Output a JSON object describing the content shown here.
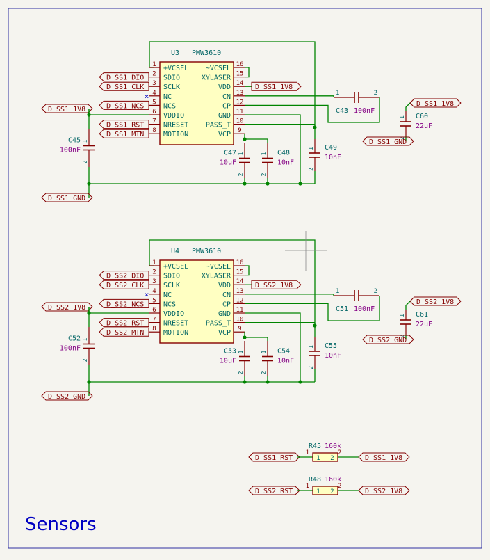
{
  "sheet_title": "Sensors",
  "colors": {
    "wire": "#008400",
    "body_stroke": "#840000",
    "body_fill": "#ffffc2",
    "label": "#840000",
    "refdes": "#006464",
    "value": "#840084",
    "pin_text": "#006464",
    "junction": "#008400",
    "title": "#0000c2",
    "frame": "#3030a0"
  },
  "sensors": [
    {
      "ref": "U3",
      "value": "PMW3610",
      "pins_left": [
        {
          "n": "1",
          "name": "+VCSEL"
        },
        {
          "n": "2",
          "name": "SDIO"
        },
        {
          "n": "3",
          "name": "SCLK"
        },
        {
          "n": "4",
          "name": "NC"
        },
        {
          "n": "5",
          "name": "NCS"
        },
        {
          "n": "6",
          "name": "VDDIO"
        },
        {
          "n": "7",
          "name": "NRESET"
        },
        {
          "n": "8",
          "name": "MOTION"
        }
      ],
      "pins_right": [
        {
          "n": "16",
          "name": "~VCSEL"
        },
        {
          "n": "15",
          "name": "XYLASER"
        },
        {
          "n": "14",
          "name": "VDD"
        },
        {
          "n": "13",
          "name": "CN"
        },
        {
          "n": "12",
          "name": "CP"
        },
        {
          "n": "11",
          "name": "GND"
        },
        {
          "n": "10",
          "name": "PASS_T"
        },
        {
          "n": "9",
          "name": "VCP"
        }
      ],
      "labels": {
        "sdio": "D_SS1_DIO",
        "sclk": "D_SS1_CLK",
        "ncs": "D_SS1_NCS",
        "rst": "D_SS1_RST",
        "mtn": "D_SS1_MTN",
        "vdd": "D_SS1_1V8",
        "rail_top": "D_SS1_1V8",
        "gnd": "D_SS1_GND",
        "c_right_top": "D_SS1_1V8",
        "c_right_gnd": "D_SS1_GND"
      },
      "caps": {
        "cflying": {
          "ref": "C43",
          "value": "100nF"
        },
        "cdec": {
          "ref": "C45",
          "value": "100nF"
        },
        "cvcp": {
          "ref": "C47",
          "value": "10uF"
        },
        "cvcp2": {
          "ref": "C48",
          "value": "10nF"
        },
        "cpass": {
          "ref": "C49",
          "value": "10nF"
        },
        "cbulk": {
          "ref": "C60",
          "value": "22uF"
        }
      }
    },
    {
      "ref": "U4",
      "value": "PMW3610",
      "pins_left": [
        {
          "n": "1",
          "name": "+VCSEL"
        },
        {
          "n": "2",
          "name": "SDIO"
        },
        {
          "n": "3",
          "name": "SCLK"
        },
        {
          "n": "4",
          "name": "NC"
        },
        {
          "n": "5",
          "name": "NCS"
        },
        {
          "n": "6",
          "name": "VDDIO"
        },
        {
          "n": "7",
          "name": "NRESET"
        },
        {
          "n": "8",
          "name": "MOTION"
        }
      ],
      "pins_right": [
        {
          "n": "16",
          "name": "~VCSEL"
        },
        {
          "n": "15",
          "name": "XYLASER"
        },
        {
          "n": "14",
          "name": "VDD"
        },
        {
          "n": "13",
          "name": "CN"
        },
        {
          "n": "12",
          "name": "CP"
        },
        {
          "n": "11",
          "name": "GND"
        },
        {
          "n": "10",
          "name": "PASS_T"
        },
        {
          "n": "9",
          "name": "VCP"
        }
      ],
      "labels": {
        "sdio": "D_SS2_DIO",
        "sclk": "D_SS2_CLK",
        "ncs": "D_SS2_NCS",
        "rst": "D_SS2_RST",
        "mtn": "D_SS2_MTN",
        "vdd": "D_SS2_1V8",
        "rail_top": "D_SS2_1V8",
        "gnd": "D_SS2_GND",
        "c_right_top": "D_SS2_1V8",
        "c_right_gnd": "D_SS2_GND"
      },
      "caps": {
        "cflying": {
          "ref": "C51",
          "value": "100nF"
        },
        "cdec": {
          "ref": "C52",
          "value": "100nF"
        },
        "cvcp": {
          "ref": "C53",
          "value": "10uF"
        },
        "cvcp2": {
          "ref": "C54",
          "value": "10nF"
        },
        "cpass": {
          "ref": "C55",
          "value": "10nF"
        },
        "cbulk": {
          "ref": "C61",
          "value": "22uF"
        }
      }
    }
  ],
  "resistors": [
    {
      "ref": "R45",
      "value": "160k",
      "left_label": "D_SS1_RST",
      "right_label": "D_SS1_1V8",
      "pin1": "1",
      "pin2": "2"
    },
    {
      "ref": "R48",
      "value": "160k",
      "left_label": "D_SS2_RST",
      "right_label": "D_SS2_1V8",
      "pin1": "1",
      "pin2": "2"
    }
  ],
  "pin_numbers": {
    "one": "1",
    "two": "2"
  }
}
